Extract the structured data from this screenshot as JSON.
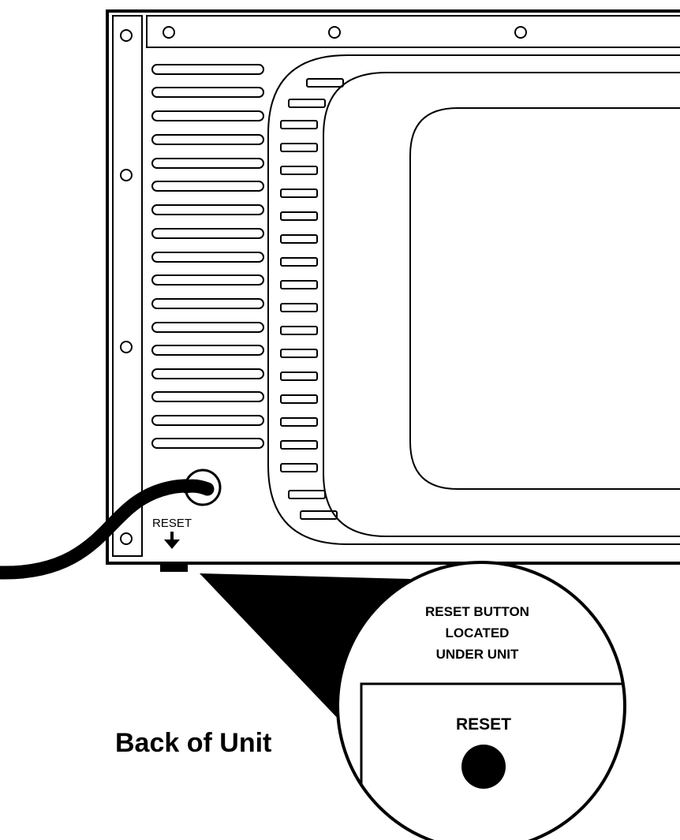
{
  "labels": {
    "reset_small": "RESET",
    "callout_line1": "RESET BUTTON",
    "callout_line2": "LOCATED",
    "callout_line3": "UNDER UNIT",
    "detail_reset": "RESET",
    "caption": "Back of Unit"
  },
  "colors": {
    "line": "#000000",
    "background": "#ffffff"
  },
  "icons": {
    "arrow": "arrow-down-icon",
    "button": "reset-button-icon"
  }
}
